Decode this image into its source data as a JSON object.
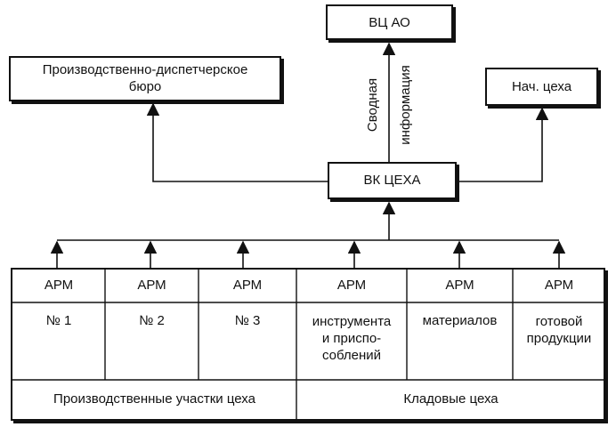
{
  "nodes": {
    "vc_ao": "ВЦ АО",
    "pdb_line1": "Производственно-диспетчерское",
    "pdb_line2": "бюро",
    "nach": "Нач. цеха",
    "vk": "ВК ЦЕХА"
  },
  "edge_label": {
    "line1": "Сводная",
    "line2": "информация"
  },
  "table": {
    "arm": [
      "АРМ",
      "АРМ",
      "АРМ",
      "АРМ",
      "АРМ",
      "АРМ"
    ],
    "descr": [
      [
        "№ 1"
      ],
      [
        "№ 2"
      ],
      [
        "№ 3"
      ],
      [
        "инструмента",
        "и приспо-",
        "соблений"
      ],
      [
        "материалов"
      ],
      [
        "готовой",
        "продукции"
      ]
    ],
    "group_left": "Производственные участки цеха",
    "group_right": "Кладовые цеха"
  }
}
